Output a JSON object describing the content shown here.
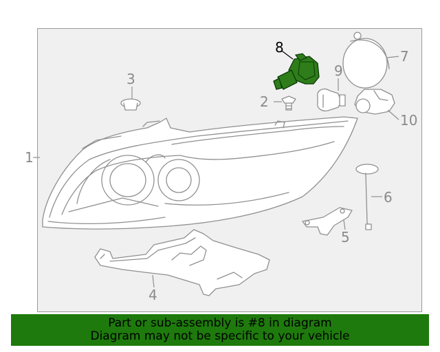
{
  "diagram": {
    "highlight_color": "#2e7d1a",
    "callouts": [
      {
        "id": "1",
        "label": "1"
      },
      {
        "id": "2",
        "label": "2"
      },
      {
        "id": "3",
        "label": "3"
      },
      {
        "id": "4",
        "label": "4"
      },
      {
        "id": "5",
        "label": "5"
      },
      {
        "id": "6",
        "label": "6"
      },
      {
        "id": "7",
        "label": "7"
      },
      {
        "id": "8",
        "label": "8",
        "highlighted": true
      },
      {
        "id": "9",
        "label": "9"
      },
      {
        "id": "10",
        "label": "10"
      }
    ]
  },
  "banner": {
    "background": "#1e7a0c",
    "line1": "Part or sub-assembly is #8 in diagram",
    "line2": "Diagram may not be specific to your vehicle"
  }
}
